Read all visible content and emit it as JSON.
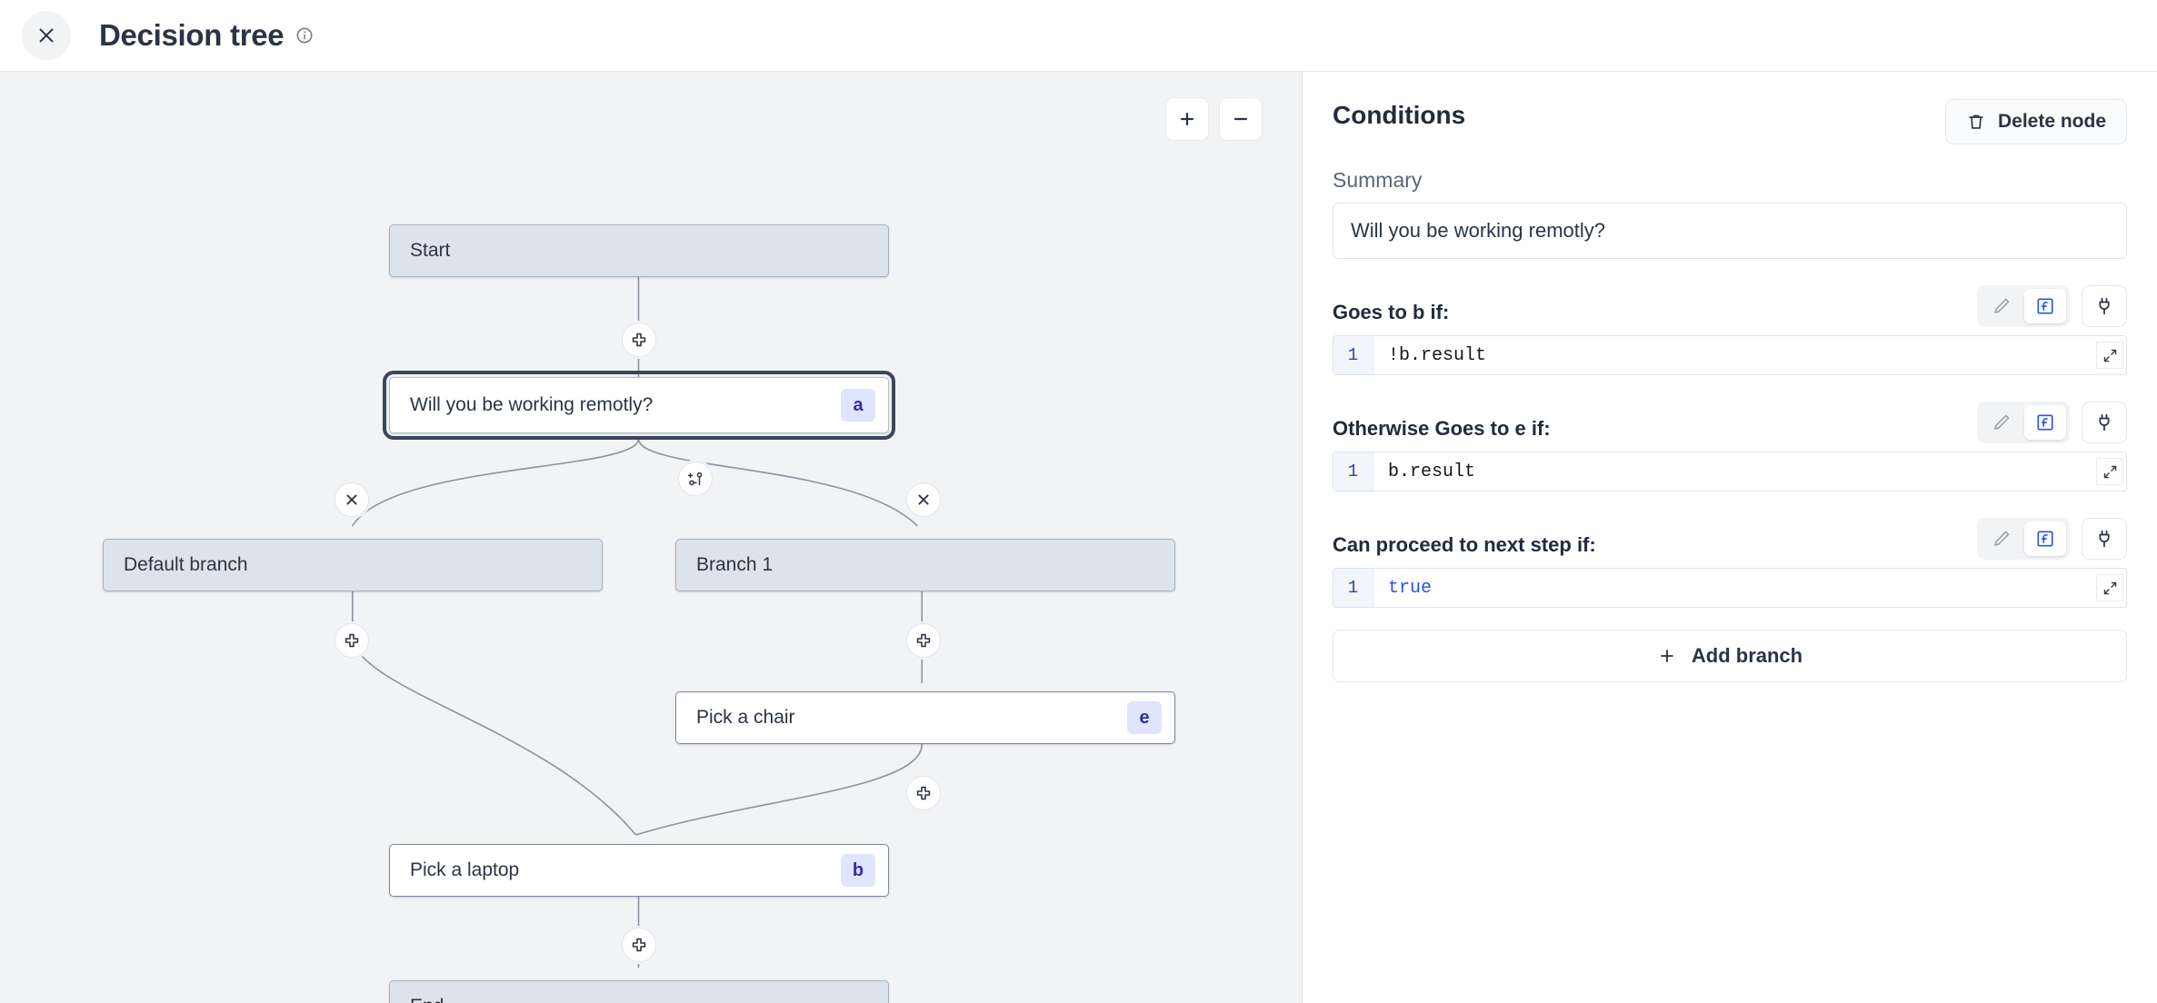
{
  "header": {
    "close_icon": "close-icon",
    "title": "Decision tree",
    "info_icon": "info-icon"
  },
  "canvas": {
    "zoom_in_label": "+",
    "zoom_out_label": "−",
    "background_color": "#f1f3f5",
    "edge_color": "#8a939f",
    "nodes": [
      {
        "id": "start",
        "label": "Start",
        "badge": "",
        "type": "terminal",
        "selected": false
      },
      {
        "id": "a",
        "label": "Will you be working remotly?",
        "badge": "a",
        "type": "plain",
        "selected": true
      },
      {
        "id": "default",
        "label": "Default branch",
        "badge": "",
        "type": "terminal",
        "selected": false
      },
      {
        "id": "branch1",
        "label": "Branch 1",
        "badge": "",
        "type": "terminal",
        "selected": false
      },
      {
        "id": "e",
        "label": "Pick a chair",
        "badge": "e",
        "type": "plain",
        "selected": false
      },
      {
        "id": "b",
        "label": "Pick a laptop",
        "badge": "b",
        "type": "plain",
        "selected": false
      },
      {
        "id": "end",
        "label": "End",
        "badge": "",
        "type": "terminal",
        "selected": false
      }
    ],
    "edge_buttons": [
      {
        "name": "add-node-button",
        "icon": "plus-node-icon"
      },
      {
        "name": "add-branch-button",
        "icon": "branch-plus-icon"
      },
      {
        "name": "delete-branch-button",
        "icon": "close-icon"
      }
    ],
    "badge_bg": "#e0e4fd",
    "badge_fg": "#2f2fa8"
  },
  "panel": {
    "title": "Conditions",
    "delete_node_label": "Delete node",
    "delete_node_icon": "trash-icon",
    "summary_label": "Summary",
    "summary_value": "Will you be working remotly?",
    "tool_icons": {
      "pencil": "pencil-icon",
      "function": "function-icon",
      "plug": "plug-icon",
      "expand": "expand-icon"
    },
    "conditions": [
      {
        "title": "Goes to b if:",
        "line_no": "1",
        "code": "!b.result",
        "keyword": false,
        "mode": "function"
      },
      {
        "title": "Otherwise Goes to e if:",
        "line_no": "1",
        "code": "b.result",
        "keyword": false,
        "mode": "function"
      },
      {
        "title": "Can proceed to next step if:",
        "line_no": "1",
        "code": "true",
        "keyword": true,
        "mode": "function"
      }
    ],
    "add_branch_label": "Add branch",
    "add_branch_icon": "plus-icon",
    "accent_color": "#2553e8"
  }
}
